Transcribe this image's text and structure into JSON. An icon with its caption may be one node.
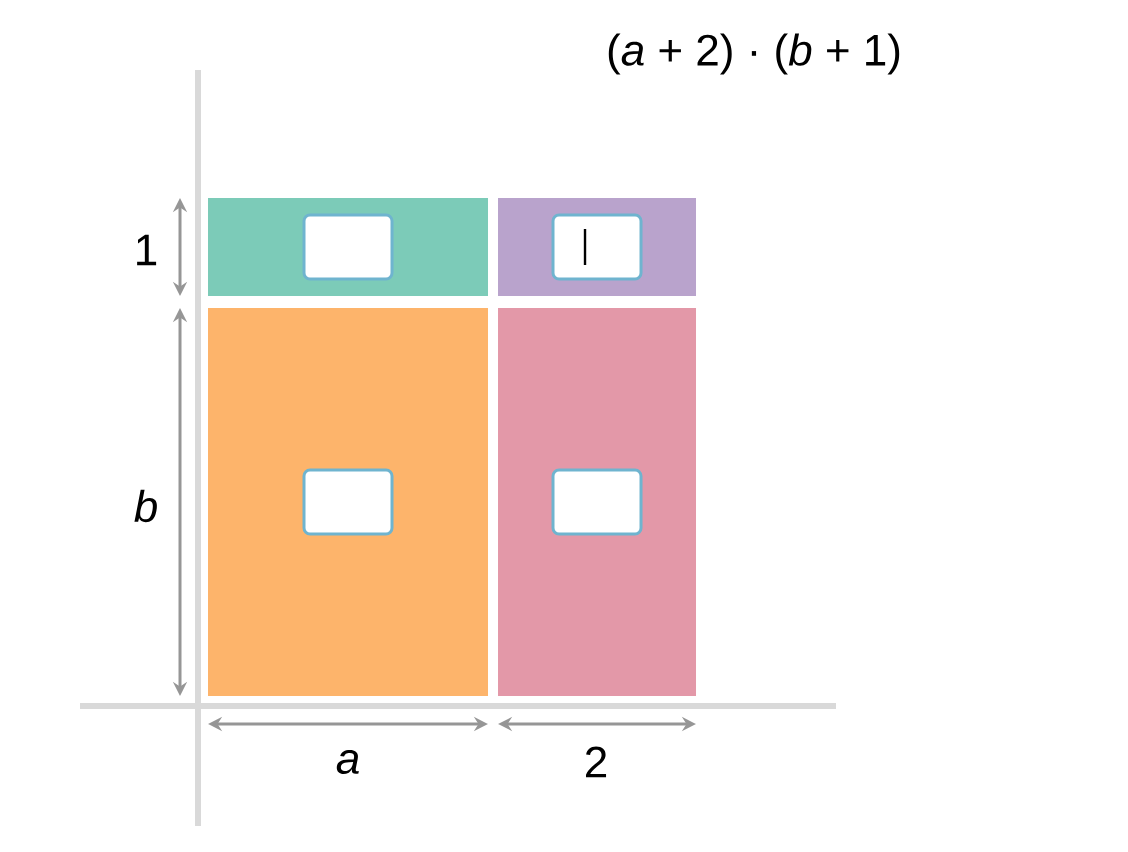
{
  "diagram": {
    "title": "(*a* + 2) · (*b* + 1)",
    "nodes": [
      {
        "text": [],
        "shape": "box"
      },
      {
        "text": [],
        "shape": "box",
        "in": 0
      },
      {
        "text": [],
        "shape": "box"
      },
      {
        "text": [],
        "shape": "box",
        "in": 2
      },
      {
        "text": [],
        "shape": "box"
      },
      {
        "text": [],
        "shape": "box",
        "in": 4
      },
      {
        "text": [],
        "shape": "box"
      },
      {
        "text": [],
        "shape": "box",
        "in": 6
      }
    ],
    "labels": [
      "1",
      "b",
      "a",
      "2"
    ]
  }
}
